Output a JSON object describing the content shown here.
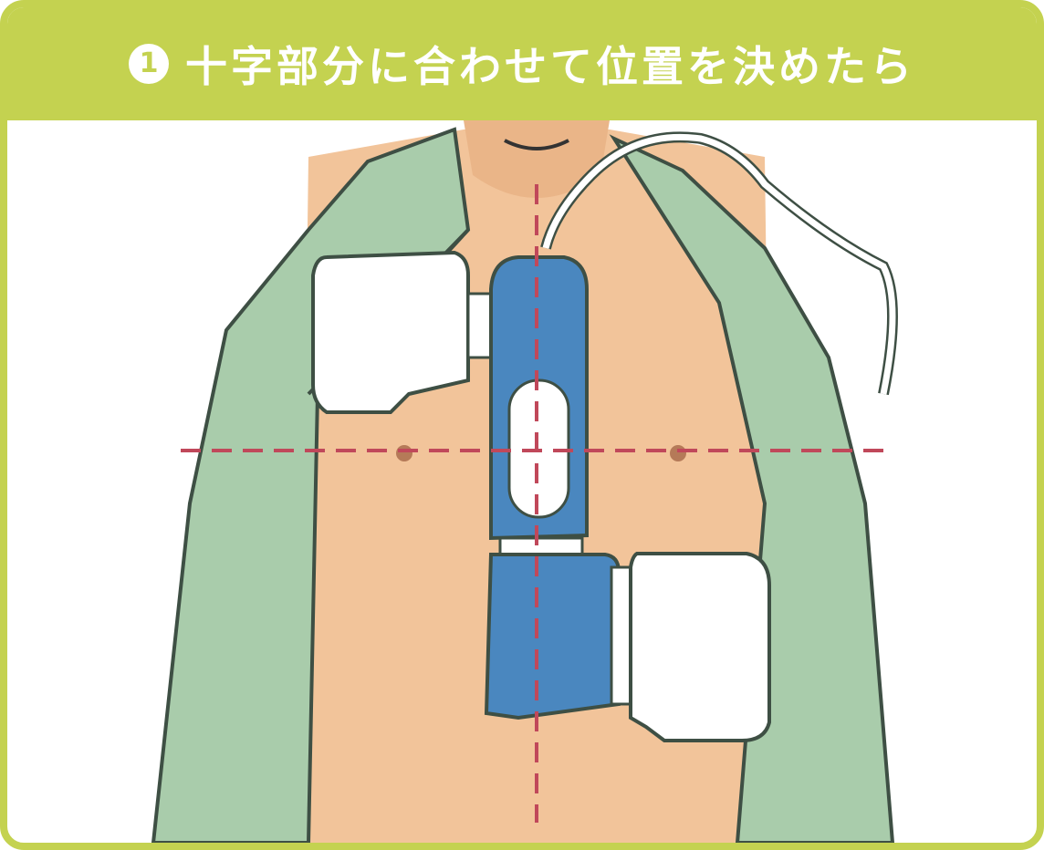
{
  "header": {
    "step_number": "1",
    "title": "十字部分に合わせて位置を決めたら"
  },
  "colors": {
    "accent": "#c4d250",
    "shirt": "#a9ccab",
    "skin": "#f2c49a",
    "device_blue": "#4a87bf",
    "guide_line": "#c0485a"
  },
  "illustration": {
    "description_icons": [
      "torso-figure",
      "open-shirt",
      "electrode-pad",
      "monitor-device",
      "cable",
      "crosshair-guide"
    ]
  }
}
